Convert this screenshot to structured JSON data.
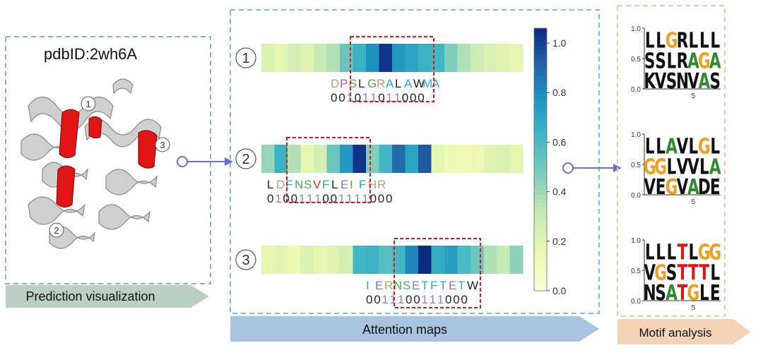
{
  "panels": {
    "prediction": {
      "pdb_label": "pdbID:2wh6A",
      "banner": "Prediction visualization",
      "markers": [
        "1",
        "2",
        "3"
      ]
    },
    "attention": {
      "banner": "Attention maps"
    },
    "motif": {
      "banner": "Motif analysis"
    }
  },
  "colors": {
    "helix_gray": "#c8c8c8",
    "helix_red": "#e01515",
    "box_green": "#7fbf9c",
    "box_blue": "#6fc3e6",
    "box_orange": "#f3c79b",
    "highlight": "#e8161b",
    "arrow": "#6b6fd2",
    "banner_green": "#bcd0c1",
    "banner_blue": "#a8c4de",
    "banner_orange": "#f5d3b5",
    "digit_zero": "#222222",
    "digit_one": "#8a7fd6"
  },
  "aa_colors": {
    "D": "#b8a07a",
    "R": "#b8a07a",
    "P": "#d94fb0",
    "S": "#4cae4f",
    "L": "#222222",
    "G": "#4cae4f",
    "A": "#29a8d8",
    "W": "#222222",
    "M": "#29a8d8",
    "F": "#29a8d8",
    "N": "#4cae4f",
    "V": "#d12b2b",
    "E": "#8a6fd0",
    "I": "#4cae4f",
    "H": "#b8a07a",
    "T": "#29a8d8"
  },
  "attention_rows": [
    {
      "marker": "1",
      "sequence": "DPSLGRALAWMA",
      "labels": "001011011000",
      "values": [
        0.22,
        0.18,
        0.25,
        0.2,
        0.3,
        0.35,
        0.5,
        0.62,
        0.75,
        0.98,
        0.72,
        0.68,
        0.62,
        0.6,
        0.45,
        0.35,
        0.28,
        0.22,
        0.2,
        0.18
      ]
    },
    {
      "marker": "2",
      "sequence": "LDFNSVFLEIFHR",
      "labels": "0100111001111000",
      "values": [
        0.4,
        0.62,
        0.35,
        0.18,
        0.25,
        0.5,
        0.72,
        0.98,
        0.45,
        0.6,
        0.85,
        0.68,
        0.9,
        0.18,
        0.15,
        0.12,
        0.14,
        0.2,
        0.22,
        0.18
      ]
    },
    {
      "marker": "3",
      "sequence": "IERNSETFTETW",
      "labels": "0011100111000",
      "values": [
        0.18,
        0.2,
        0.15,
        0.22,
        0.18,
        0.2,
        0.25,
        0.6,
        0.62,
        0.55,
        0.6,
        0.78,
        1.0,
        0.65,
        0.7,
        0.58,
        0.5,
        0.35,
        0.3,
        0.42
      ]
    }
  ],
  "colorbar": {
    "ticks": [
      "0.0",
      "0.2",
      "0.4",
      "0.6",
      "0.8",
      "1.0"
    ],
    "min": 0,
    "max": 1.06
  },
  "motif_logos": [
    {
      "ytick_top": "1.0",
      "ytick_mid": "0.5",
      "ytick_bot": "0.0",
      "xtick": "5",
      "rows": [
        "LLGRLLL",
        "SSLRAGA",
        "KVSNVAS"
      ]
    },
    {
      "ytick_top": "1.0",
      "ytick_mid": "0.5",
      "ytick_bot": "0.0",
      "xtick": "5",
      "rows": [
        "LLAVLGL",
        "GGLVVLA",
        "VEGVADE"
      ]
    },
    {
      "ytick_top": "1.0",
      "ytick_mid": "0.5",
      "ytick_bot": "0.0",
      "xtick": "5",
      "rows": [
        "LLLTLGG",
        "VGSTTTL",
        "NSATGLE"
      ]
    }
  ],
  "logo_colors": {
    "L": "#111111",
    "S": "#111111",
    "K": "#111111",
    "V": "#111111",
    "N": "#111111",
    "G": "#f0a020",
    "R": "#111111",
    "A": "#2e8b2e",
    "E": "#111111",
    "T": "#e01515",
    "D": "#111111"
  }
}
